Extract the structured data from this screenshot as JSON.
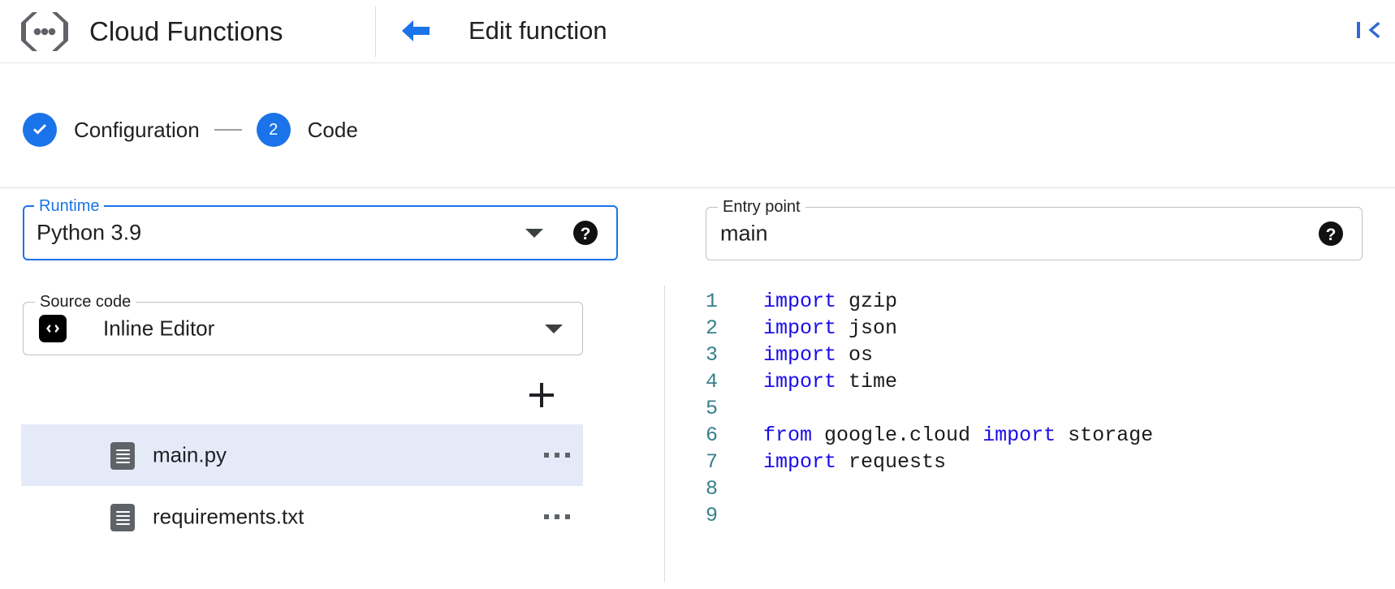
{
  "header": {
    "logo_icon": "cloud-functions-logo",
    "brand_title": "Cloud Functions",
    "back_icon": "back-arrow-icon",
    "page_title": "Edit function",
    "collapse_icon": "collapse-panel-icon"
  },
  "stepper": {
    "steps": [
      {
        "marker": "✓",
        "label": "Configuration",
        "state": "complete"
      },
      {
        "marker": "2",
        "label": "Code",
        "state": "active"
      }
    ]
  },
  "form": {
    "runtime": {
      "label": "Runtime",
      "value": "Python 3.9",
      "focused": true,
      "caret_icon": "chevron-down-icon",
      "help_icon": "help-icon"
    },
    "entry_point": {
      "label": "Entry point",
      "value": "main",
      "placeholder": "main",
      "help_icon": "help-icon"
    },
    "source_code": {
      "label": "Source code",
      "value": "Inline Editor",
      "leading_icon": "code-brackets-icon",
      "caret_icon": "chevron-down-icon"
    }
  },
  "files": {
    "add_button_icon": "plus-icon",
    "items": [
      {
        "name": "main.py",
        "icon": "file-icon",
        "menu_icon": "more-options-icon",
        "selected": true
      },
      {
        "name": "requirements.txt",
        "icon": "file-icon",
        "menu_icon": "more-options-icon",
        "selected": false
      }
    ]
  },
  "editor": {
    "lines": [
      {
        "number": "1",
        "tokens": [
          {
            "t": "import",
            "c": "kw"
          },
          {
            "t": " gzip",
            "c": "id"
          }
        ]
      },
      {
        "number": "2",
        "tokens": [
          {
            "t": "import",
            "c": "kw"
          },
          {
            "t": " json",
            "c": "id"
          }
        ]
      },
      {
        "number": "3",
        "tokens": [
          {
            "t": "import",
            "c": "kw"
          },
          {
            "t": " os",
            "c": "id"
          }
        ]
      },
      {
        "number": "4",
        "tokens": [
          {
            "t": "import",
            "c": "kw"
          },
          {
            "t": " time",
            "c": "id"
          }
        ]
      },
      {
        "number": "5",
        "tokens": []
      },
      {
        "number": "6",
        "tokens": [
          {
            "t": "from",
            "c": "kw"
          },
          {
            "t": " google.cloud ",
            "c": "id"
          },
          {
            "t": "import",
            "c": "kw"
          },
          {
            "t": " storage",
            "c": "id"
          }
        ]
      },
      {
        "number": "7",
        "tokens": [
          {
            "t": "import",
            "c": "kw"
          },
          {
            "t": " requests",
            "c": "id"
          }
        ]
      },
      {
        "number": "8",
        "tokens": []
      },
      {
        "number": "9",
        "tokens": []
      }
    ]
  },
  "colors": {
    "accent_blue": "#1a73e8",
    "selected_row": "#e4eaf7",
    "keyword": "#1a0dea",
    "line_number": "#37808b"
  }
}
